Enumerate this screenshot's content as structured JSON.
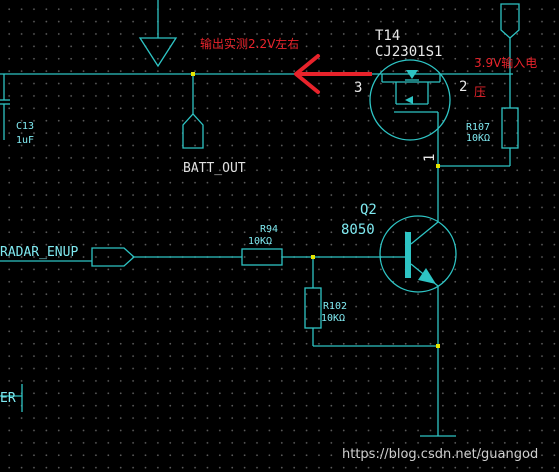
{
  "components": {
    "t14": {
      "ref": "T14",
      "part": "CJ2301S1",
      "pin3": "3",
      "pin2": "2",
      "pin1": "1"
    },
    "q2": {
      "ref": "Q2",
      "part": "8050"
    },
    "r107": {
      "ref": "R107",
      "value": "10KΩ"
    },
    "r94": {
      "ref": "R94",
      "value": "10KΩ"
    },
    "r102": {
      "ref": "R102",
      "value": "10KΩ"
    },
    "c13": {
      "ref": "C13",
      "value": "1uF"
    }
  },
  "nets": {
    "batt_out": "BATT_OUT",
    "radar_enup": "RADAR_ENUP",
    "left_edge_fragment": "ER"
  },
  "annotations": {
    "output_note": "输出实测2.2V左右",
    "input_note_line1": "3.9V输入电",
    "input_note_line2": "压"
  },
  "watermark": "https://blog.csdn.net/guangod",
  "colors": {
    "wire": "#2ec4c4",
    "annotation": "#e8232b",
    "background": "#000000"
  }
}
